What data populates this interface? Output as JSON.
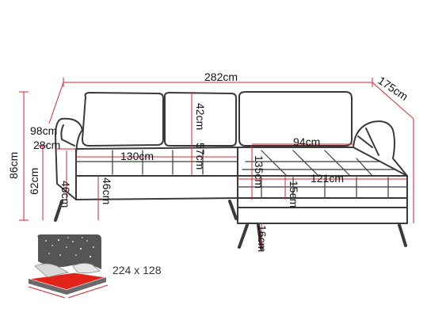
{
  "diagram": {
    "accent_color": "#d9262c",
    "line_color": "#3a3a3a",
    "dimensions": {
      "total_width": "282cm",
      "chaise_depth": "175cm",
      "sofa_depth": "98cm",
      "arm_width": "28cm",
      "total_height": "86cm",
      "back_cushion_height": "42cm",
      "seat_width": "130cm",
      "seat_depth": "57cm",
      "arm_height_inner": "46cm",
      "seat_height": "62cm",
      "leg_to_seat": "46cm",
      "chaise_seat_width": "94cm",
      "chaise_seat_depth": "135cm",
      "chaise_length": "121cm",
      "chaise_cushion": "15cm",
      "leg_height": "16cm"
    },
    "bed": {
      "size_label": "224 x 128",
      "icon": "sofa-bed-icon"
    }
  }
}
